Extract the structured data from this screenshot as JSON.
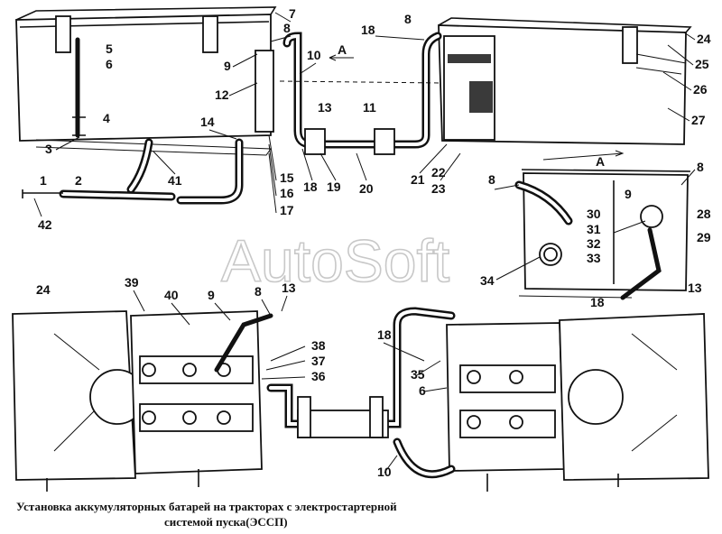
{
  "watermark": "AutoSoft",
  "caption": {
    "line1": "Установка аккумуляторных батарей на тракторах с электростартерной",
    "line2": "системой пуска(ЭССП)"
  },
  "view_marker": "А",
  "callouts": {
    "top_left": [
      "7",
      "8",
      "5",
      "6",
      "9",
      "10",
      "12",
      "4",
      "3",
      "14",
      "15",
      "16",
      "17",
      "18",
      "19",
      "20",
      "41",
      "1",
      "2",
      "42",
      "11",
      "13"
    ],
    "top_right": [
      "8",
      "18",
      "24",
      "25",
      "26",
      "27",
      "21",
      "22",
      "23"
    ],
    "view_a": [
      "8",
      "8",
      "9",
      "28",
      "30",
      "31",
      "32",
      "33",
      "29",
      "34",
      "13",
      "18"
    ],
    "bottom": [
      "24",
      "39",
      "40",
      "9",
      "8",
      "13",
      "38",
      "37",
      "36",
      "18",
      "35",
      "6",
      "10"
    ]
  }
}
